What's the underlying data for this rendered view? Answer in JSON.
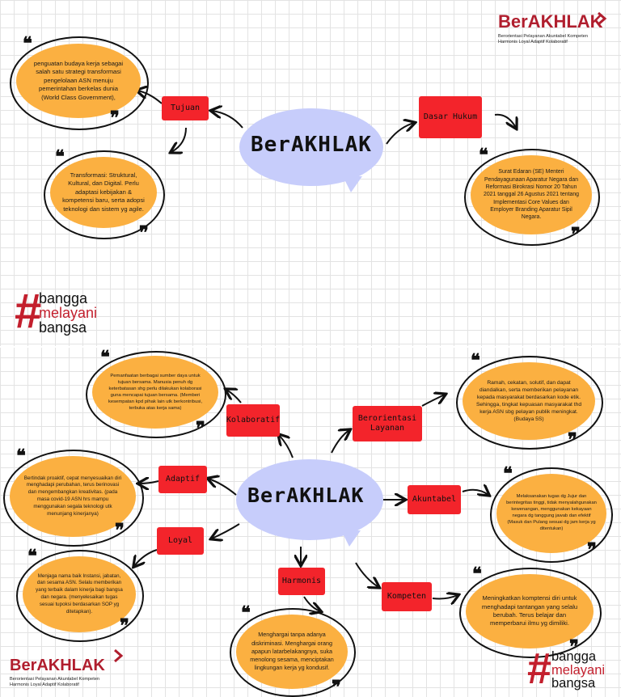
{
  "top": {
    "center_label": "BerAKHLAK",
    "nodes": {
      "tujuan": "Tujuan",
      "dasar_hukum": "Dasar Hukum"
    },
    "notes": {
      "tujuan_1": "penguatan budaya kerja sebagai salah satu strategi transformasi pengelolaan ASN menuju pemerintahan berkelas dunia (World Class Government),",
      "tujuan_2": "Transformasi: Struktural, Kultural, dan Digital. Perlu adaptasi kebijakan & kompetensi baru, serta adopsi teknologi dan sistem yg agile.",
      "dasar_hukum": "Surat Edaran (SE) Menteri Pendayagunaan Aparatur Negara dan Reformasi Birokrasi Nomor 20 Tahun 2021 tanggal 26 Agustus 2021 tentang Implementasi Core Values dan Employer Branding Aparatur Sipil Negara."
    }
  },
  "bottom": {
    "center_label": "BerAKHLAK",
    "nodes": {
      "kolaboratif": "Kolaboratif",
      "berorientasi_layanan": "Berorientasi Layanan",
      "adaptif": "Adaptif",
      "akuntabel": "Akuntabel",
      "loyal": "Loyal",
      "harmonis": "Harmonis",
      "kompeten": "Kompeten"
    },
    "notes": {
      "kolaboratif": "Pemanfaatan berbagai sumber daya untuk tujuan bersama. Manusia penuh dg keterbatasan shg perlu dilakukan kolaborasi guna mencapai tujuan bersama. (Memberi kesempatan kpd pihak lain utk berkontribusi, terbuka atas kerja sama)",
      "berorientasi_layanan": "Ramah, cekatan, solutif, dan dapat diandalkan, serta memberikan pelayanan kepada masyarakat berdasarkan kode etik. Sehingga, tingkat kepuasan masyarakat thd kerja ASN sbg pelayan publik meningkat. (Budaya 5S)",
      "adaptif": "Bertindak proaktif, cepat menyesuaikan diri menghadapi perubahan, terus berinovasi dan mengembangkan kreativitas. (pada masa covid-19 ASN hrs mampu menggunakan segala teknologi utk menunjang kinerjanya)",
      "akuntabel": "Melaksanakan tugas dg Jujur dan berintegritas tinggi, tidak menyalahgunakan kewenangan, menggunakan kekayaan negara dg tanggung jawab dan efektif (Masuk dan Pulang sesuai dg jam kerja yg ditentukan)",
      "loyal": "Menjaga nama baik Instansi, jabatan, dan sesama ASN. Selalu memberikan yang terbaik dalam kinerja bagi bangsa dan negara. (menyelesaikan tugas sesuai tupoksi berdasarkan SOP yg ditetapkan).",
      "harmonis": "Menghargai tanpa adanya diskriminasi. Menghargai orang apapun latarbelakangnya, suka menolong sesama, menciptakan lingkungan kerja yg kondusif.",
      "kompeten": "Meningkatkan komptensi diri untuk menghadapi tantangan yang selalu berubah. Terus belajar dan memperbarui ilmu yg dimiliki."
    }
  },
  "branding": {
    "berakhlak_logo": "BerAKHLAK",
    "berakhlak_sub_line1": "Berorientasi Pelayanan Akuntabel Kompeten",
    "berakhlak_sub_line2": "Harmonis Loyal Adaptif Kolaboratif",
    "bangga_hash": "#",
    "bangga_line1": "bangga",
    "bangga_line2": "melayani",
    "bangga_line3": "bangsa"
  },
  "quote_open": "❝",
  "quote_close": "❞",
  "colors": {
    "bubble": "#c7cdfb",
    "tag": "#f3242b",
    "note": "#fbb041",
    "brand_red": "#b01e2e"
  }
}
